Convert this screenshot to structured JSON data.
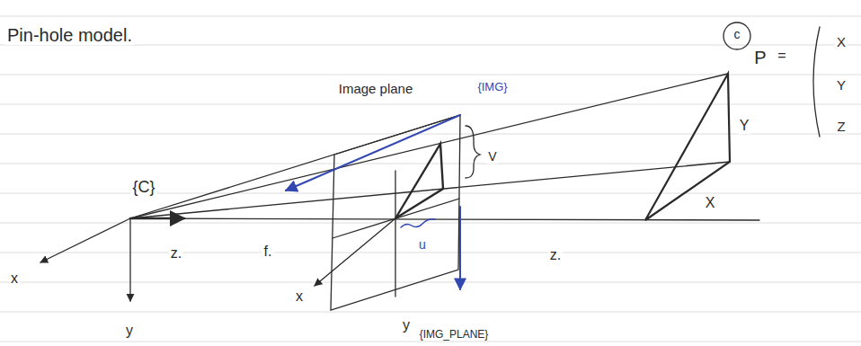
{
  "diagram": {
    "title": "Pin-hole model.",
    "labels": [
      "Image plane",
      "{IMG}",
      "V",
      "{C}",
      "x",
      "z.",
      "f.",
      "y",
      "x",
      "y",
      "{IMG_PLANE}",
      "u",
      "z.",
      "X",
      "Y",
      "c",
      "P",
      "=",
      "X",
      "Y",
      "Z"
    ]
  }
}
